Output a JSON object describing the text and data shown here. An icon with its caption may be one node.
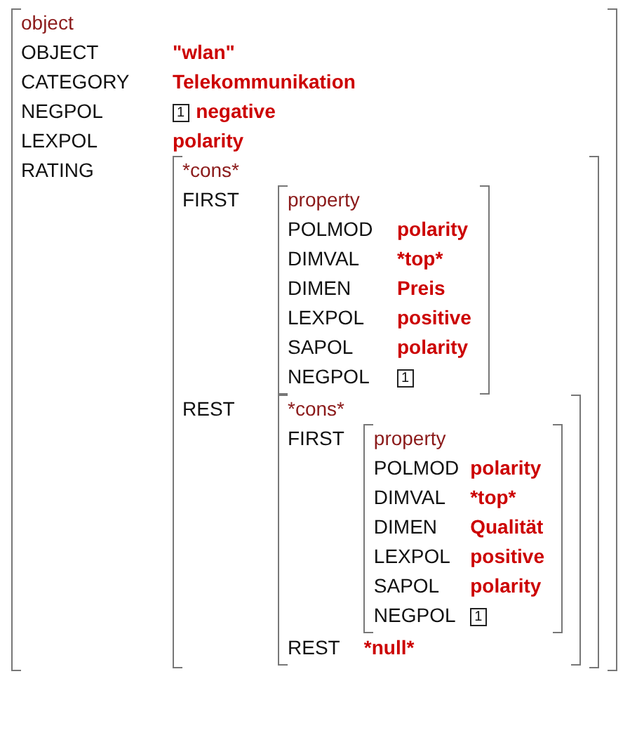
{
  "diagram": {
    "nodes": [
      {
        "text": [
          "object"
        ]
      },
      {
        "text": [
          "1"
        ],
        "in": 0
      },
      {
        "text": [
          "*cons*"
        ],
        "in": 0
      },
      {
        "text": [
          "property"
        ],
        "in": 2
      },
      {
        "text": [
          "1"
        ],
        "in": 3
      },
      {
        "text": [
          "*cons*"
        ],
        "in": 2
      },
      {
        "text": [
          "property"
        ],
        "in": 5
      },
      {
        "text": [
          "1"
        ],
        "in": 6
      }
    ],
    "labels": [
      "OBJECT",
      "\"wlan\"",
      "CATEGORY",
      "Telekommunikation",
      "NEGPOL",
      "negative",
      "LEXPOL",
      "polarity",
      "RATING",
      "FIRST",
      "POLMOD",
      "polarity",
      "DIMVAL",
      "*top*",
      "DIMEN",
      "Preis",
      "LEXPOL",
      "positive",
      "SAPOL",
      "polarity",
      "NEGPOL",
      "REST",
      "FIRST",
      "POLMOD",
      "polarity",
      "DIMVAL",
      "*top*",
      "DIMEN",
      "Qualität",
      "LEXPOL",
      "positive",
      "SAPOL",
      "polarity",
      "NEGPOL",
      "REST",
      "*null*"
    ]
  }
}
